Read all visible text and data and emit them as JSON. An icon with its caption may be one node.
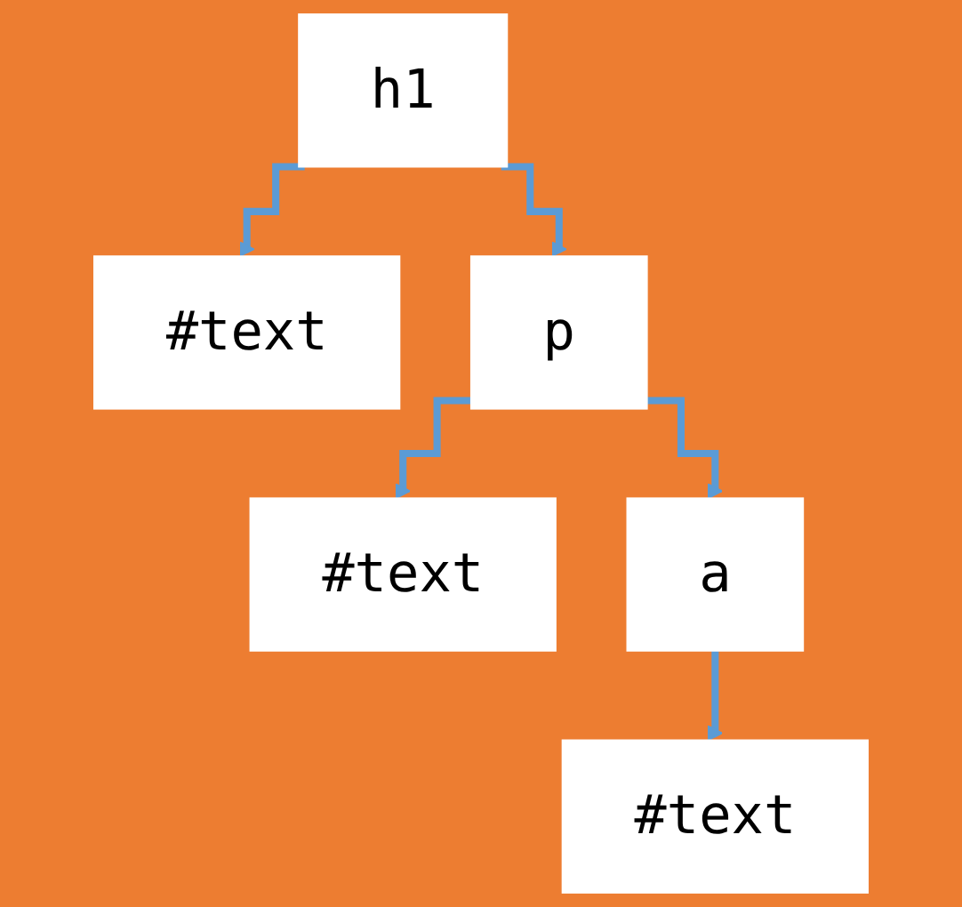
{
  "diagram": {
    "nodes": [
      {
        "text": [
          "h1"
        ]
      },
      {
        "text": [
          "#text"
        ]
      },
      {
        "text": [
          "p"
        ]
      },
      {
        "text": [
          "#text"
        ]
      },
      {
        "text": [
          "a"
        ]
      },
      {
        "text": [
          "#text"
        ]
      }
    ],
    "edges": [
      {
        "from": 0,
        "to": 1,
        "arrow": "to"
      },
      {
        "from": 0,
        "to": 2,
        "arrow": "to"
      },
      {
        "from": 2,
        "to": 3,
        "arrow": "to"
      },
      {
        "from": 2,
        "to": 4,
        "arrow": "to"
      },
      {
        "from": 4,
        "to": 5,
        "arrow": "to"
      }
    ]
  }
}
